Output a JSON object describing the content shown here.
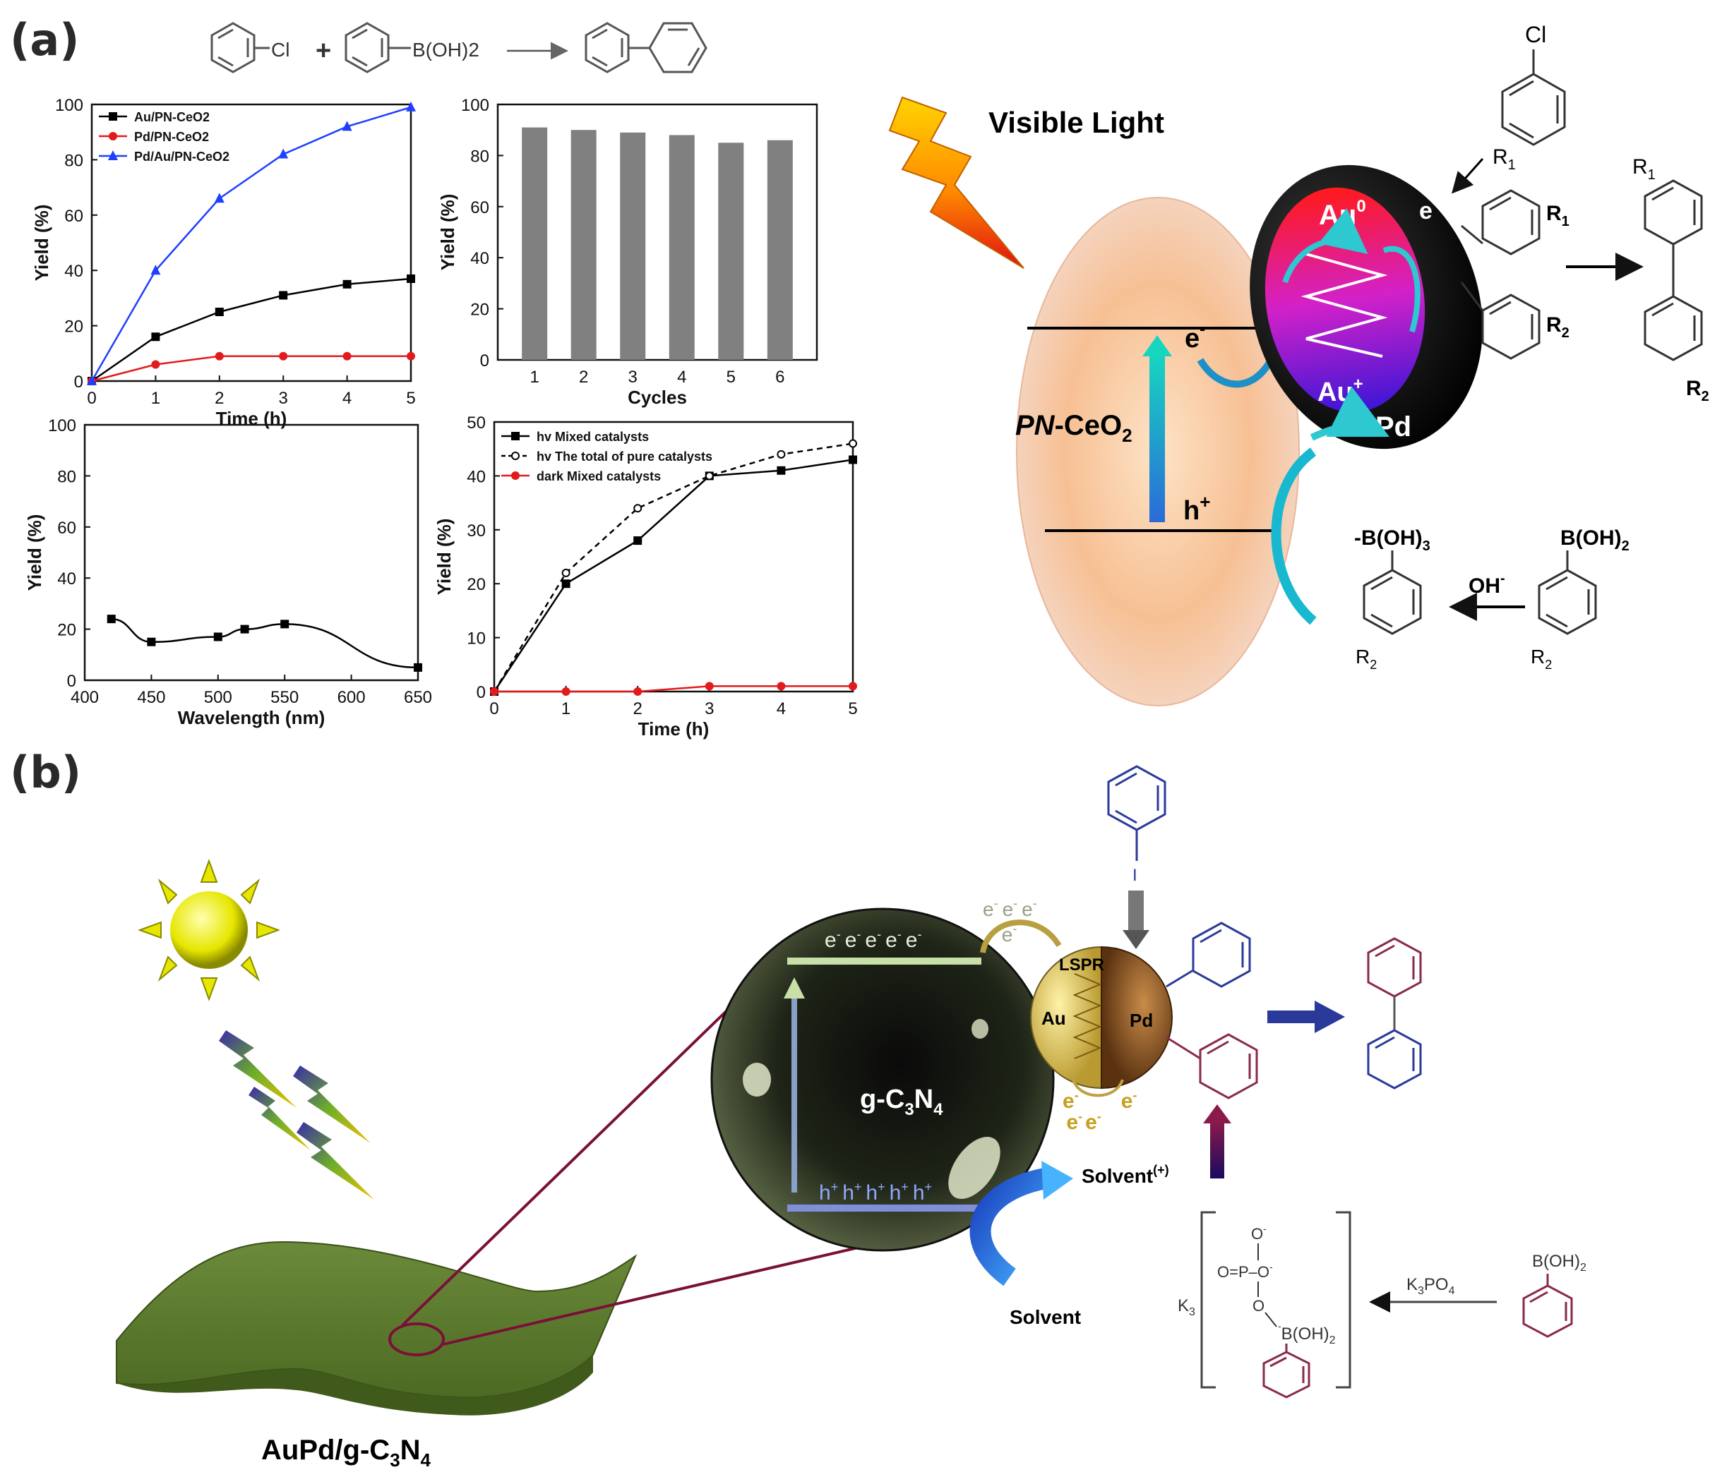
{
  "panel_a": {
    "label": "(a)",
    "reaction": {
      "reactant1": "Cl",
      "reactant2": "B(OH)2",
      "plus": "+"
    },
    "scheme": {
      "light": "Visible Light",
      "support": "PN-CeO2",
      "support_italic": "PN",
      "support_rest": "-CeO",
      "support_sub": "2",
      "electron": "e",
      "hole": "h",
      "au0": "Au",
      "au0_sup": "0",
      "auplus": "Au",
      "auplus_sup": "+",
      "pd": "Pd",
      "cl": "Cl",
      "r1": "R",
      "r2": "R",
      "oh": "OH",
      "boh3": "-B(OH)",
      "boh3_sub": "3",
      "boh2": "B(OH)",
      "boh2_sub": "2"
    }
  },
  "chart_data": [
    {
      "type": "line",
      "xlabel": "Time (h)",
      "ylabel": "Yield (%)",
      "xlim": [
        0,
        5
      ],
      "ylim": [
        0,
        100
      ],
      "xticks": [
        "0",
        "1",
        "2",
        "3",
        "4",
        "5"
      ],
      "yticks": [
        "0",
        "20",
        "40",
        "60",
        "80",
        "100"
      ],
      "legend": "top-left",
      "x": [
        0,
        1,
        2,
        3,
        4,
        5
      ],
      "series": [
        {
          "name": "Au/PN-CeO2",
          "color": "#000000",
          "marker": "square",
          "values": [
            0,
            16,
            25,
            31,
            35,
            37
          ]
        },
        {
          "name": "Pd/PN-CeO2",
          "color": "#e31a1c",
          "marker": "circle",
          "values": [
            0,
            6,
            9,
            9,
            9,
            9
          ]
        },
        {
          "name": "Pd/Au/PN-CeO2",
          "color": "#1f3fff",
          "marker": "triangle",
          "values": [
            0,
            40,
            66,
            82,
            92,
            99
          ]
        }
      ]
    },
    {
      "type": "bar",
      "xlabel": "Cycles",
      "ylabel": "Yield (%)",
      "ylim": [
        0,
        100
      ],
      "yticks": [
        "0",
        "20",
        "40",
        "60",
        "80",
        "100"
      ],
      "categories": [
        "1",
        "2",
        "3",
        "4",
        "5",
        "6"
      ],
      "values": [
        91,
        90,
        89,
        88,
        85,
        86
      ],
      "color": "#808080"
    },
    {
      "type": "line",
      "xlabel": "Wavelength (nm)",
      "ylabel": "Yield (%)",
      "xlim": [
        400,
        650
      ],
      "ylim": [
        0,
        100
      ],
      "xticks": [
        "400",
        "450",
        "500",
        "550",
        "600",
        "650"
      ],
      "yticks": [
        "0",
        "20",
        "40",
        "60",
        "80",
        "100"
      ],
      "x": [
        420,
        450,
        500,
        520,
        550,
        650
      ],
      "series": [
        {
          "color": "#000000",
          "marker": "square",
          "values": [
            24,
            15,
            17,
            20,
            22,
            5
          ]
        }
      ]
    },
    {
      "type": "line",
      "xlabel": "Time (h)",
      "ylabel": "Yield (%)",
      "xlim": [
        0,
        5
      ],
      "ylim": [
        0,
        50
      ],
      "xticks": [
        "0",
        "1",
        "2",
        "3",
        "4",
        "5"
      ],
      "yticks": [
        "0",
        "10",
        "20",
        "30",
        "40",
        "50"
      ],
      "legend": "top-left",
      "x": [
        0,
        1,
        2,
        3,
        4,
        5
      ],
      "series": [
        {
          "name": "hv  Mixed catalysts",
          "color": "#000000",
          "marker": "square",
          "dash": false,
          "values": [
            0,
            20,
            28,
            40,
            41,
            43
          ]
        },
        {
          "name": "hv  The total of pure catalysts",
          "color": "#000000",
          "marker": "open-circle",
          "dash": true,
          "values": [
            0,
            22,
            34,
            40,
            44,
            46
          ]
        },
        {
          "name": "dark  Mixed catalysts",
          "color": "#e31a1c",
          "marker": "circle",
          "dash": false,
          "values": [
            0,
            0,
            0,
            1,
            1,
            1
          ]
        }
      ]
    }
  ],
  "panel_b": {
    "label": "(b)",
    "sheet_caption": "AuPd/g-C",
    "sheet_caption_sub": "3",
    "sheet_caption_end": "N",
    "sheet_caption_sub2": "4",
    "sphere": "g-C",
    "sphere_sub": "3",
    "sphere_end": "N",
    "sphere_sub2": "4",
    "lspr": "LSPR",
    "au": "Au",
    "pd": "Pd",
    "electron": "e",
    "hole": "h",
    "solvent_plus": "Solvent",
    "solvent_plus_sup": "(+)",
    "solvent": "Solvent",
    "iodo": "I",
    "boh2": "B(OH)",
    "boh2_sub": "2",
    "k3po4": "K",
    "k3po4_sub": "3",
    "k3po4_end": "PO",
    "k3po4_sub2": "4",
    "k3": "K",
    "k3_sub": "3",
    "phosphate": "O=P–O",
    "o_minus": "O"
  }
}
